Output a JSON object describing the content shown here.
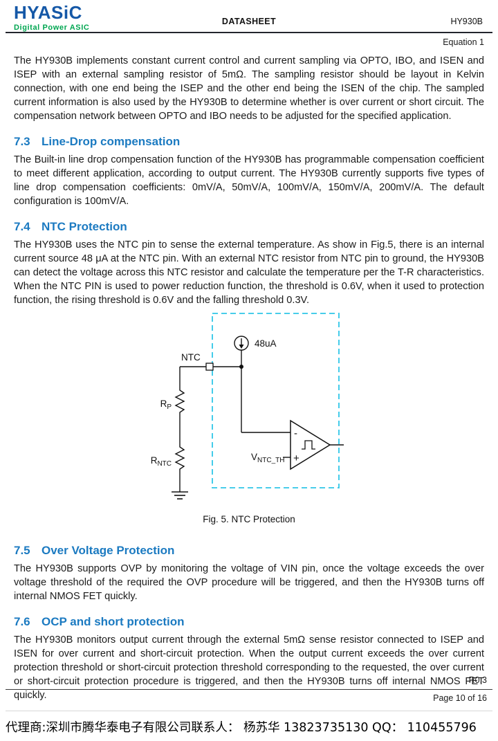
{
  "header": {
    "logo_title": "HYASiC",
    "logo_subtitle": "Digital Power ASIC",
    "center_label": "DATASHEET",
    "right_label": "HY930B"
  },
  "equation_label": "Equation 1",
  "intro": "The HY930B implements constant current control and current sampling via OPTO, IBO, and ISEN and ISEP with an external sampling resistor of 5mΩ. The sampling resistor should be layout in Kelvin connection, with one end being the ISEP and the other end being the ISEN of the chip. The sampled current information is also used by the HY930B to determine whether is over current or short circuit. The compensation network between OPTO and IBO needs to be adjusted for the specified application.",
  "sections": [
    {
      "number": "7.3",
      "title": "Line-Drop compensation",
      "body": "The Built-in line drop compensation function of the HY930B has programmable compensation coefficient to meet different application, according to output current. The HY930B currently supports five types of line drop compensation coefficients: 0mV/A, 50mV/A, 100mV/A, 150mV/A, 200mV/A. The default configuration is 100mV/A."
    },
    {
      "number": "7.4",
      "title": "NTC Protection",
      "body": "The HY930B uses the NTC pin to sense the external temperature. As show in Fig.5, there is an internal current source 48 μA at the NTC pin. With an external NTC resistor from NTC pin to ground, the HY930B can detect the voltage across this NTC resistor and calculate the temperature per the T-R characteristics. When the NTC PIN is used to power reduction function, the threshold is 0.6V, when it used to protection function, the rising threshold is 0.6V and the falling threshold 0.3V."
    },
    {
      "number": "7.5",
      "title": "Over Voltage Protection",
      "body": "The HY930B supports OVP by monitoring the voltage of VIN pin, once the voltage exceeds the over voltage threshold of the required the OVP procedure will be triggered, and then the HY930B turns off internal NMOS FET quickly."
    },
    {
      "number": "7.6",
      "title": "OCP and short protection",
      "body": "The HY930B monitors output current through the external 5mΩ sense resistor connected to ISEP and ISEN for over current and short-circuit protection. When the output current exceeds the over current protection threshold or short-circuit protection threshold corresponding to the requested, the over current or short-circuit protection procedure is triggered, and then the HY930B turns off internal NMOS FET quickly."
    }
  ],
  "figure": {
    "caption": "Fig. 5. NTC Protection",
    "current_source_label": "48uA",
    "ntc_label": "NTC",
    "rp_main": "R",
    "rp_sub": "P",
    "rntc_main": "R",
    "rntc_sub": "NTC",
    "vth_main": "V",
    "vth_sub": "NTC_TH",
    "minus": "-",
    "plus": "+",
    "box_color": "#2fc6e8"
  },
  "footer": {
    "revision": "R0.3",
    "page_label": "Page 10 of 16"
  },
  "distributor_line": "代理商:深圳市腾华泰电子有限公司联系人： 杨苏华  13823735130   QQ： 110455796"
}
